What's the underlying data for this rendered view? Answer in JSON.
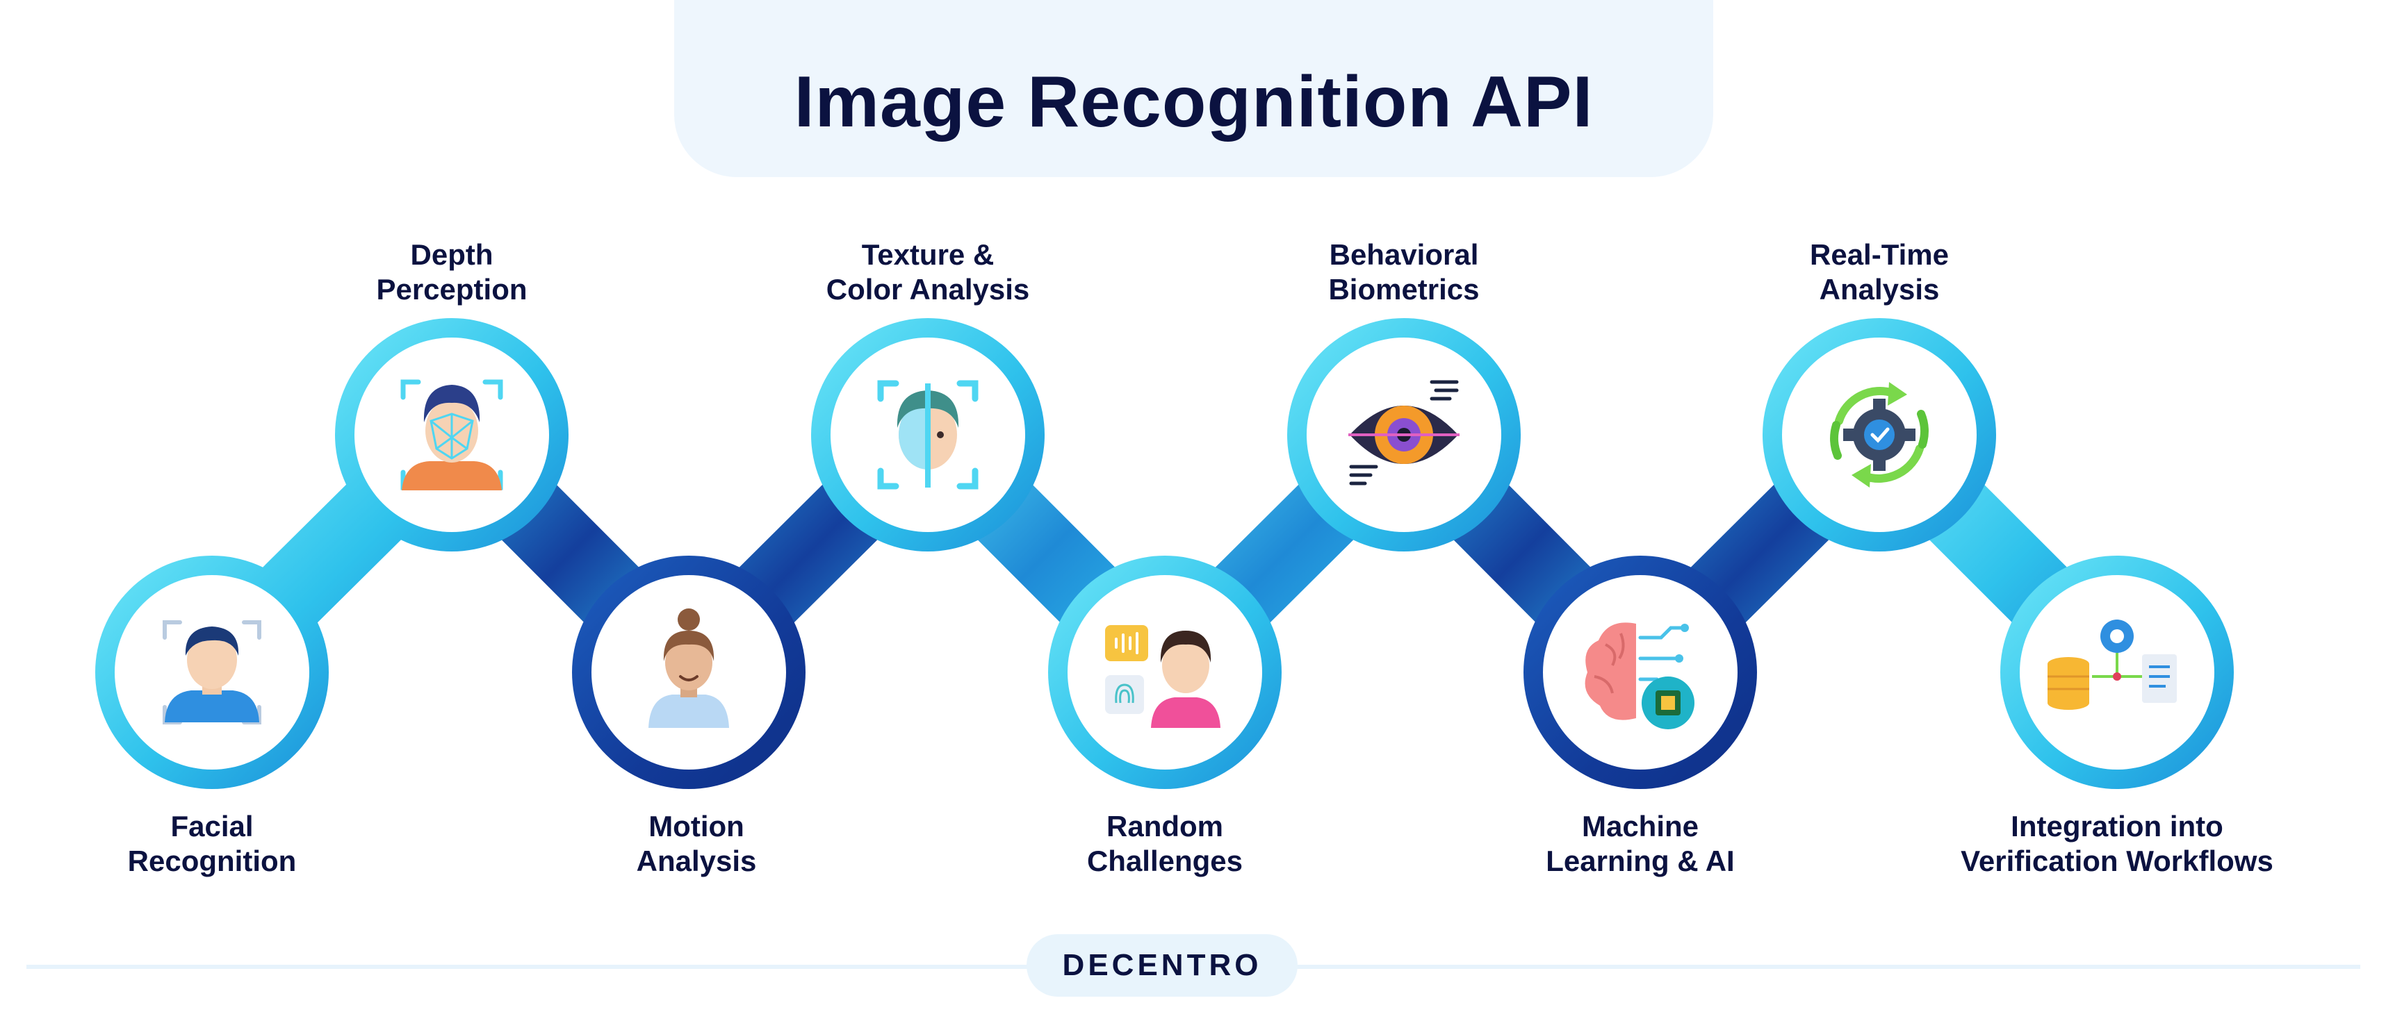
{
  "title": "Image Recognition API",
  "brand": "DECENTRO",
  "colors": {
    "title_text": "#0b1240",
    "title_box": "#eef6fd",
    "ring_light": "#4fd6f2",
    "ring_mid": "#1d8fd6",
    "ring_dark": "#123a98",
    "footer": "#e7f3fc"
  },
  "steps": [
    {
      "label_lines": [
        "Facial",
        "Recognition"
      ],
      "icon": "face-id-icon"
    },
    {
      "label_lines": [
        "Depth",
        "Perception"
      ],
      "icon": "face-scan-icon"
    },
    {
      "label_lines": [
        "Motion",
        "Analysis"
      ],
      "icon": "person-icon"
    },
    {
      "label_lines": [
        "Texture &",
        "Color Analysis"
      ],
      "icon": "face-texture-icon"
    },
    {
      "label_lines": [
        "Random",
        "Challenges"
      ],
      "icon": "voice-fingerprint-icon"
    },
    {
      "label_lines": [
        "Behavioral",
        "Biometrics"
      ],
      "icon": "eye-scan-icon"
    },
    {
      "label_lines": [
        "Machine",
        "Learning & AI"
      ],
      "icon": "brain-chip-icon"
    },
    {
      "label_lines": [
        "Real-Time",
        "Analysis"
      ],
      "icon": "gear-sync-icon"
    },
    {
      "label_lines": [
        "Integration into",
        "Verification Workflows"
      ],
      "icon": "database-gear-icon"
    }
  ]
}
